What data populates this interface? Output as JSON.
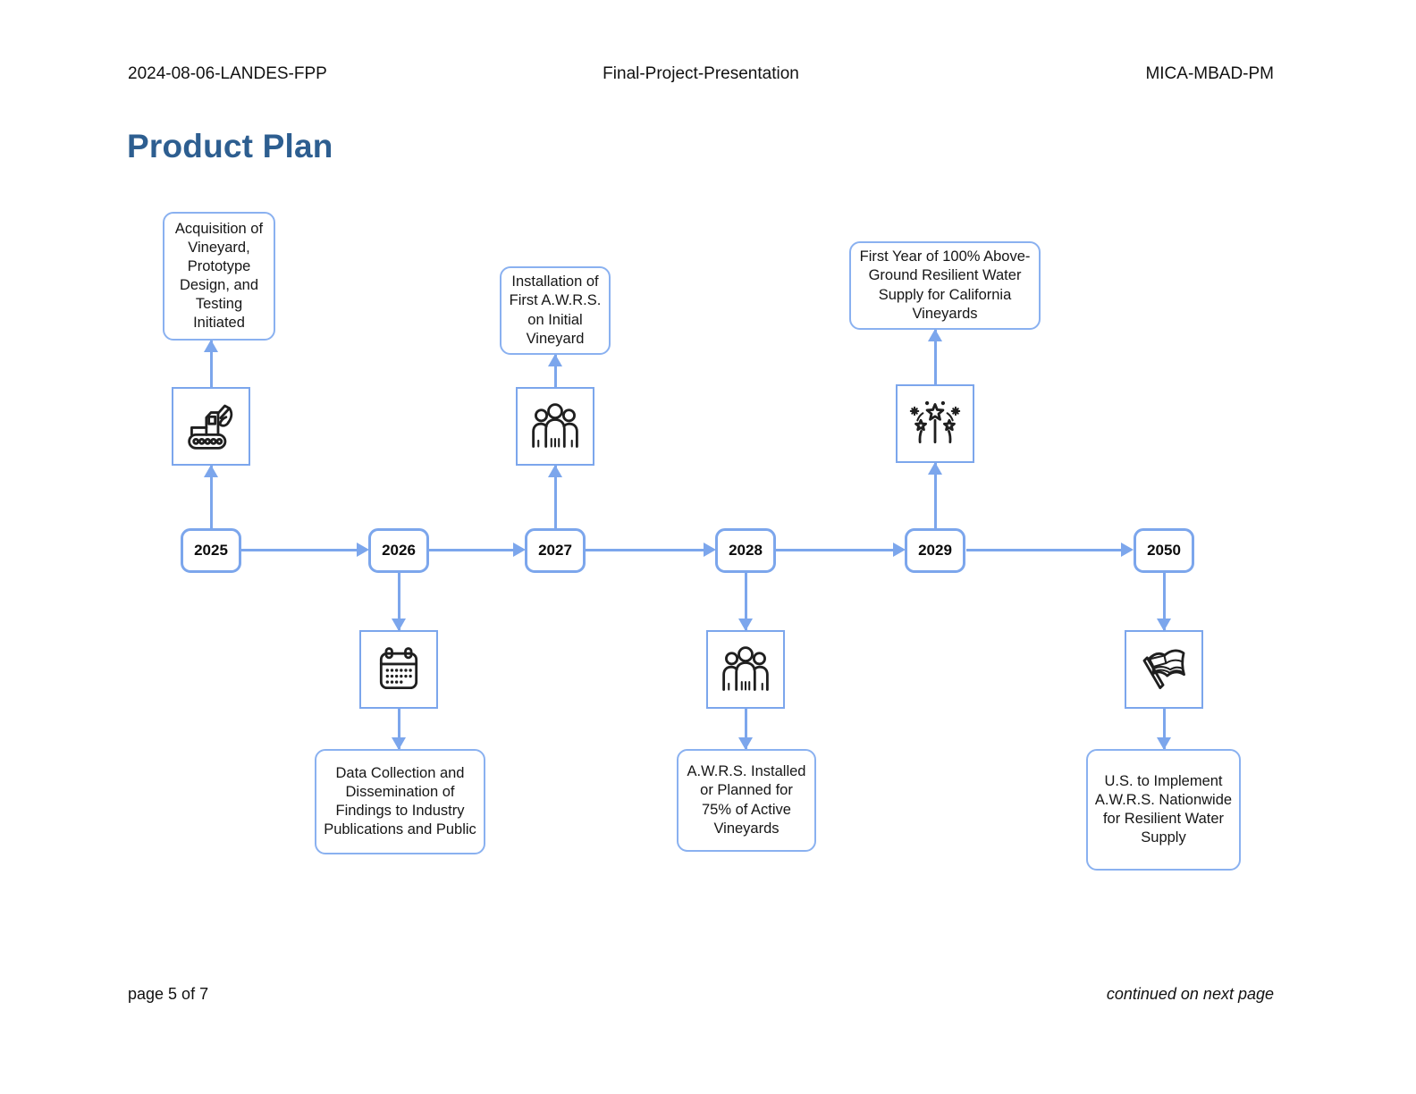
{
  "header": {
    "left": "2024-08-06-LANDES-FPP",
    "center": "Final-Project-Presentation",
    "right": "MICA-MBAD-PM"
  },
  "title": "Product Plan",
  "footer": {
    "left": "page 5 of 7",
    "right": "continued on next page"
  },
  "colors": {
    "accent_blue": "#7ca6ec",
    "box_border_blue": "#8ab1f0",
    "title_blue": "#2d5e90"
  },
  "timeline": {
    "milestones": [
      {
        "year": "2025",
        "position": "above",
        "icon": "excavator-icon",
        "label": "Acquisition of Vineyard, Prototype Design, and Testing Initiated"
      },
      {
        "year": "2026",
        "position": "below",
        "icon": "calendar-icon",
        "label": "Data Collection and Dissemination of Findings to Industry Publications and Public"
      },
      {
        "year": "2027",
        "position": "above",
        "icon": "people-group-icon",
        "label": "Installation of First A.W.R.S. on Initial Vineyard"
      },
      {
        "year": "2028",
        "position": "below",
        "icon": "people-group-icon",
        "label": "A.W.R.S. Installed or Planned for 75% of Active Vineyards"
      },
      {
        "year": "2029",
        "position": "above",
        "icon": "fireworks-icon",
        "label": "First Year of 100% Above-Ground Resilient Water Supply for California Vineyards"
      },
      {
        "year": "2050",
        "position": "below",
        "icon": "flag-icon",
        "label": "U.S. to Implement A.W.R.S. Nationwide for Resilient Water Supply"
      }
    ]
  }
}
